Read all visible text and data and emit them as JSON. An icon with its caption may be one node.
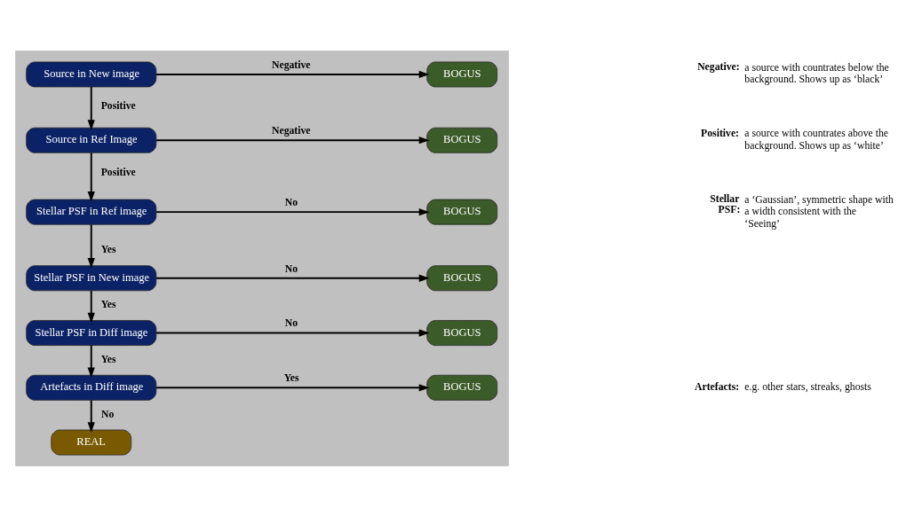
{
  "diagram": {
    "nodes": [
      {
        "text": [],
        "shape": "box"
      },
      {
        "text": [
          "Source in New image"
        ],
        "in": 0
      },
      {
        "text": [
          "BOGUS"
        ],
        "in": 0
      },
      {
        "text": [
          "Source in Ref Image"
        ],
        "in": 0
      },
      {
        "text": [
          "BOGUS"
        ],
        "in": 0
      },
      {
        "text": [
          "Stellar PSF in Ref image"
        ],
        "in": 0
      },
      {
        "text": [
          "BOGUS"
        ],
        "in": 0
      },
      {
        "text": [
          "Stellar PSF in New image"
        ],
        "in": 0
      },
      {
        "text": [
          "BOGUS"
        ],
        "in": 0
      },
      {
        "text": [
          "Stellar PSF in Diff image"
        ],
        "in": 0
      },
      {
        "text": [
          "BOGUS"
        ],
        "in": 0
      },
      {
        "text": [
          "Artefacts in Diff image"
        ],
        "in": 0
      },
      {
        "text": [
          "BOGUS"
        ],
        "in": 0
      },
      {
        "text": [
          "REAL"
        ],
        "in": 0
      }
    ],
    "edges": [
      {
        "from": 1,
        "to": 2,
        "arrow": "to",
        "label": "Negative"
      },
      {
        "from": 1,
        "to": 3,
        "arrow": "to",
        "label": "Positive"
      },
      {
        "from": 3,
        "to": 4,
        "arrow": "to",
        "label": "Negative"
      },
      {
        "from": 3,
        "to": 5,
        "arrow": "to",
        "label": "Positive"
      },
      {
        "from": 5,
        "to": 6,
        "arrow": "to",
        "label": "No"
      },
      {
        "from": 5,
        "to": 7,
        "arrow": "to",
        "label": "Yes"
      },
      {
        "from": 7,
        "to": 8,
        "arrow": "to",
        "label": "No"
      },
      {
        "from": 7,
        "to": 9,
        "arrow": "to",
        "label": "Yes"
      },
      {
        "from": 9,
        "to": 10,
        "arrow": "to",
        "label": "No"
      },
      {
        "from": 9,
        "to": 11,
        "arrow": "to",
        "label": "Yes"
      },
      {
        "from": 11,
        "to": 12,
        "arrow": "to",
        "label": "Yes"
      },
      {
        "from": 11,
        "to": 13,
        "arrow": "to",
        "label": "No"
      }
    ],
    "labels": [
      "Negative:",
      "a source with countrates below the background. Shows up as ‘black’",
      "Positive:",
      "a source with countrates above the background. Shows up as ‘white’",
      "Stellar PSF:",
      "a ‘Gaussian’, symmetric shape with a width consistent with the ‘Seeing’",
      "Artefacts:",
      "e.g. other stars, streaks, ghosts"
    ]
  }
}
